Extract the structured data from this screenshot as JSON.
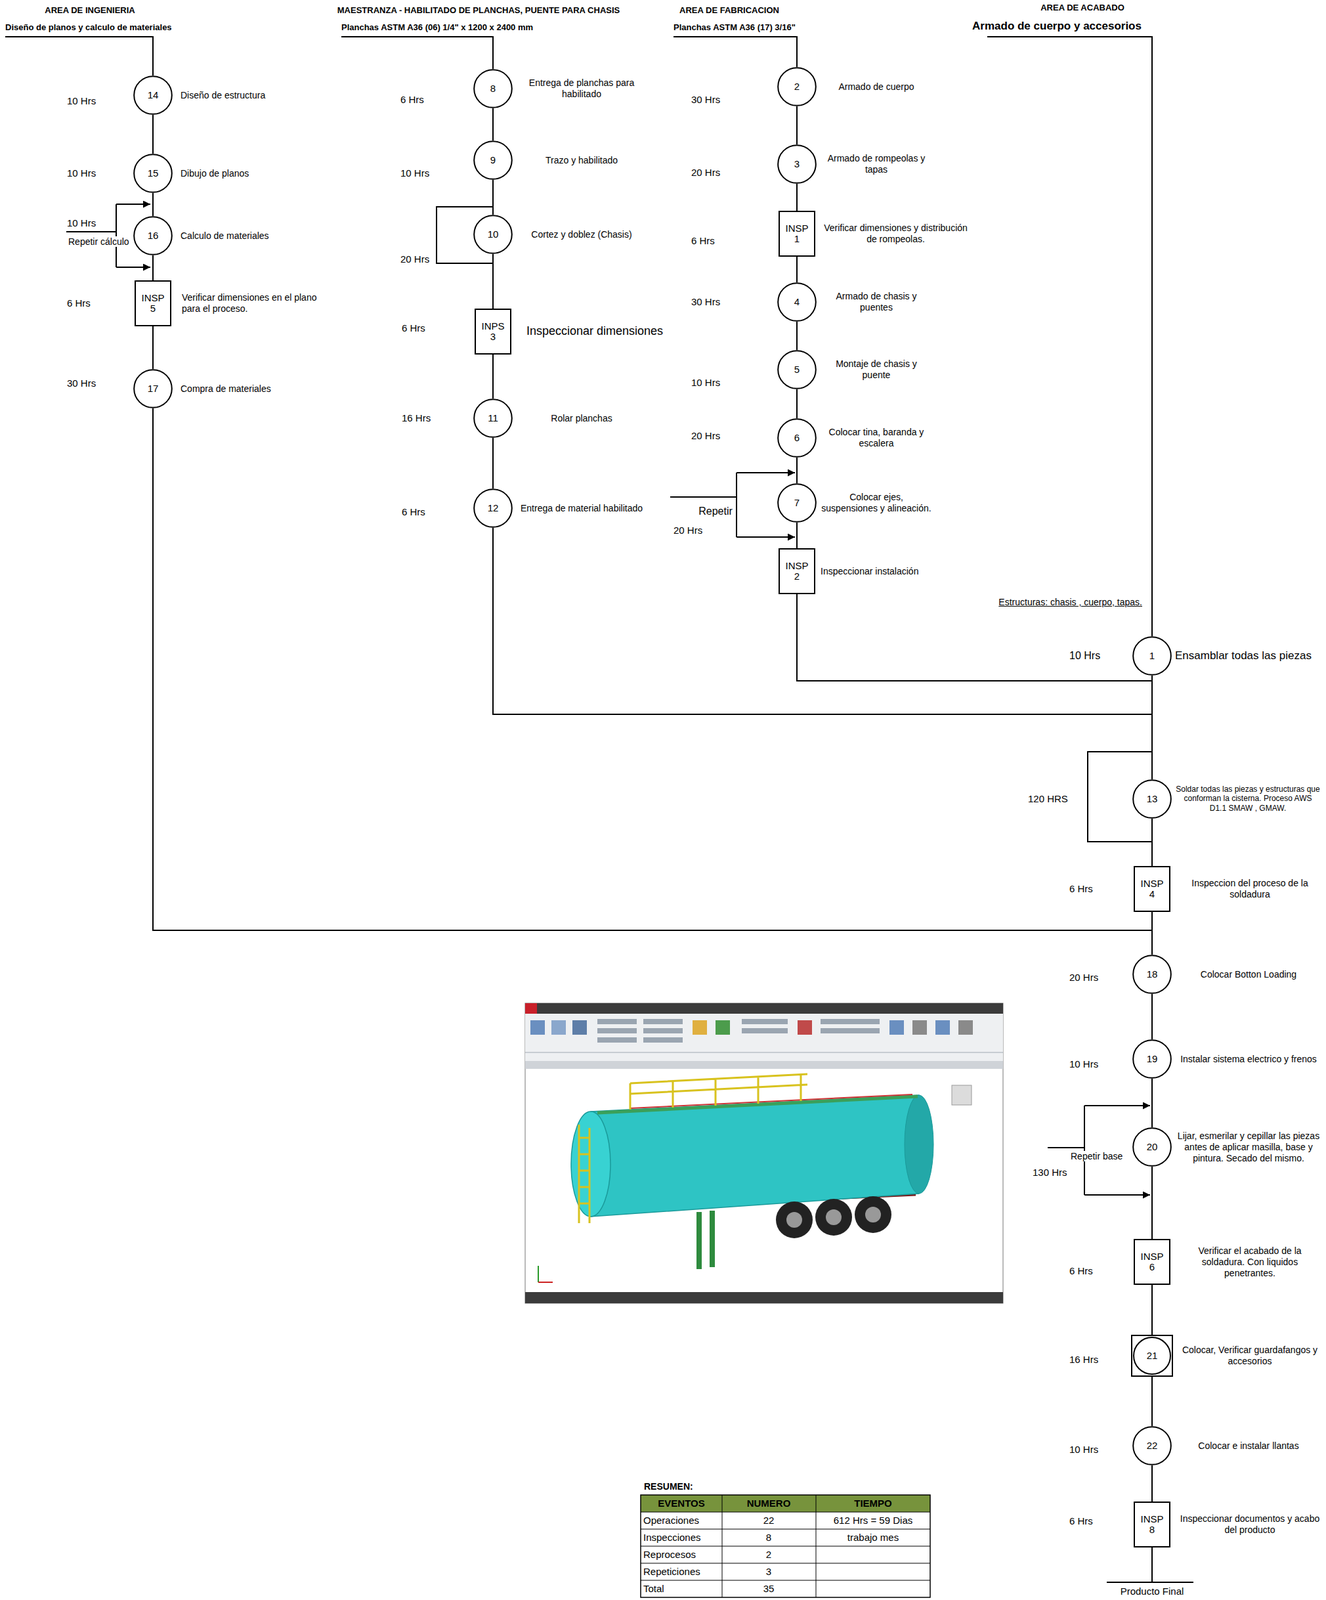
{
  "diagram": {
    "nodes": [
      {
        "text": [
          "14",
          "Diseño de estructura"
        ]
      },
      {
        "text": [
          "15",
          "Dibujo de planos"
        ]
      },
      {
        "text": [
          "16",
          "Calculo de materiales"
        ]
      },
      {
        "text": [
          "INSP 5",
          "Verificar dimensiones en el plano para el proceso."
        ]
      },
      {
        "text": [
          "17",
          "Compra de materiales"
        ]
      },
      {
        "text": [
          "8",
          "Entrega de planchas para habilitado"
        ]
      },
      {
        "text": [
          "9",
          "Trazo y habilitado"
        ]
      },
      {
        "text": [
          "10",
          "Cortez y doblez (Chasis)"
        ]
      },
      {
        "text": [
          "INPS 3",
          "Inspeccionar dimensiones"
        ]
      },
      {
        "text": [
          "11",
          "Rolar planchas"
        ]
      },
      {
        "text": [
          "12",
          "Entrega de material habilitado"
        ]
      },
      {
        "text": [
          "2",
          "Armado de cuerpo"
        ]
      },
      {
        "text": [
          "3",
          "Armado de rompeolas y tapas"
        ]
      },
      {
        "text": [
          "INSP 1",
          "Verificar dimensiones y distribución de rompeolas."
        ]
      },
      {
        "text": [
          "4",
          "Armado de chasis y puentes"
        ]
      },
      {
        "text": [
          "5",
          "Montaje de chasis y puente"
        ]
      },
      {
        "text": [
          "6",
          "Colocar tina, baranda y escalera"
        ]
      },
      {
        "text": [
          "7",
          "Colocar ejes, suspensiones y alineación."
        ]
      },
      {
        "text": [
          "INSP 2",
          "Inspeccionar instalación"
        ]
      },
      {
        "text": [
          "1",
          "Ensamblar todas las piezas"
        ]
      },
      {
        "text": [
          "13",
          "Soldar todas las piezas y estructuras que conforman la cisterna. Proceso AWS D1.1 SMAW , GMAW."
        ]
      },
      {
        "text": [
          "INSP 4",
          "Inspeccion del proceso de la soldadura"
        ]
      },
      {
        "text": [
          "18",
          "Colocar Botton Loading"
        ]
      },
      {
        "text": [
          "19",
          "Instalar sistema electrico y frenos"
        ]
      },
      {
        "text": [
          "20",
          "Lijar, esmerilar y cepillar las piezas antes de aplicar masilla, base y pintura. Secado del mismo."
        ]
      },
      {
        "text": [
          "INSP 6",
          "Verificar el acabado de la soldadura. Con liquidos penetrantes."
        ]
      },
      {
        "text": [
          "21",
          "Colocar, Verificar guardafangos y accesorios"
        ]
      },
      {
        "text": [
          "22",
          "Colocar e instalar llantas"
        ]
      },
      {
        "text": [
          "INSP 8",
          "Inspeccionar documentos y acabo del producto"
        ]
      }
    ],
    "edges": [
      {
        "from": 0,
        "to": 1,
        "arrow": "none"
      },
      {
        "from": 1,
        "to": 2,
        "arrow": "none"
      },
      {
        "from": 2,
        "to": 3,
        "arrow": "none"
      },
      {
        "from": 3,
        "to": 4,
        "arrow": "none"
      },
      {
        "from": 5,
        "to": 6,
        "arrow": "none"
      },
      {
        "from": 6,
        "to": 7,
        "arrow": "none"
      },
      {
        "from": 7,
        "to": 8,
        "arrow": "none"
      },
      {
        "from": 8,
        "to": 9,
        "arrow": "none"
      },
      {
        "from": 9,
        "to": 10,
        "arrow": "none"
      },
      {
        "from": 11,
        "to": 12,
        "arrow": "none"
      },
      {
        "from": 12,
        "to": 13,
        "arrow": "none"
      },
      {
        "from": 13,
        "to": 14,
        "arrow": "none"
      },
      {
        "from": 14,
        "to": 15,
        "arrow": "none"
      },
      {
        "from": 15,
        "to": 16,
        "arrow": "none"
      },
      {
        "from": 16,
        "to": 17,
        "arrow": "none"
      },
      {
        "from": 17,
        "to": 18,
        "arrow": "none"
      },
      {
        "from": 19,
        "to": 20,
        "arrow": "none"
      },
      {
        "from": 20,
        "to": 21,
        "arrow": "none"
      },
      {
        "from": 21,
        "to": 22,
        "arrow": "none"
      },
      {
        "from": 22,
        "to": 23,
        "arrow": "none"
      },
      {
        "from": 23,
        "to": 24,
        "arrow": "none"
      },
      {
        "from": 24,
        "to": 25,
        "arrow": "none"
      },
      {
        "from": 25,
        "to": 26,
        "arrow": "none"
      },
      {
        "from": 26,
        "to": 27,
        "arrow": "none"
      },
      {
        "from": 27,
        "to": 28,
        "arrow": "none"
      },
      {
        "from": 18,
        "to": 20,
        "arrow": "none"
      },
      {
        "from": 10,
        "to": 20,
        "arrow": "none"
      },
      {
        "from": 4,
        "to": 22,
        "arrow": "none"
      }
    ],
    "labels": [
      "AREA DE INGENIERIA",
      "Diseño de planos y calculo de materiales",
      "MAESTRANZA - HABILITADO DE PLANCHAS, PUENTE PARA CHASIS",
      "Planchas ASTM A36 (06) 1/4\" x 1200 x 2400 mm",
      "AREA DE FABRICACION",
      "Planchas ASTM A36 (17) 3/16\"",
      "AREA DE ACABADO",
      "Armado de cuerpo y accesorios",
      "10 Hrs",
      "10 Hrs",
      "10 Hrs",
      "Repetir cálculo",
      "6 Hrs",
      "30 Hrs",
      "6 Hrs",
      "10 Hrs",
      "20 Hrs",
      "6 Hrs",
      "16 Hrs",
      "6 Hrs",
      "30 Hrs",
      "20 Hrs",
      "6 Hrs",
      "30 Hrs",
      "10 Hrs",
      "20 Hrs",
      "Repetir",
      "20 Hrs",
      "Estructuras: chasis , cuerpo, tapas.",
      "10 Hrs",
      "120 HRS",
      "6 Hrs",
      "20 Hrs",
      "10 Hrs",
      "Repetir base",
      "130 Hrs",
      "6 Hrs",
      "16 Hrs",
      "10 Hrs",
      "6 Hrs",
      "Producto Final",
      "RESUMEN:",
      "EVENTOS",
      "NUMERO",
      "TIEMPO",
      "Operaciones",
      "22",
      "612 Hrs = 59 Dias",
      "Inspecciones",
      "8",
      "trabajo mes",
      "Reprocesos",
      "2",
      "Repeticiones",
      "3",
      "Total",
      "35"
    ]
  }
}
